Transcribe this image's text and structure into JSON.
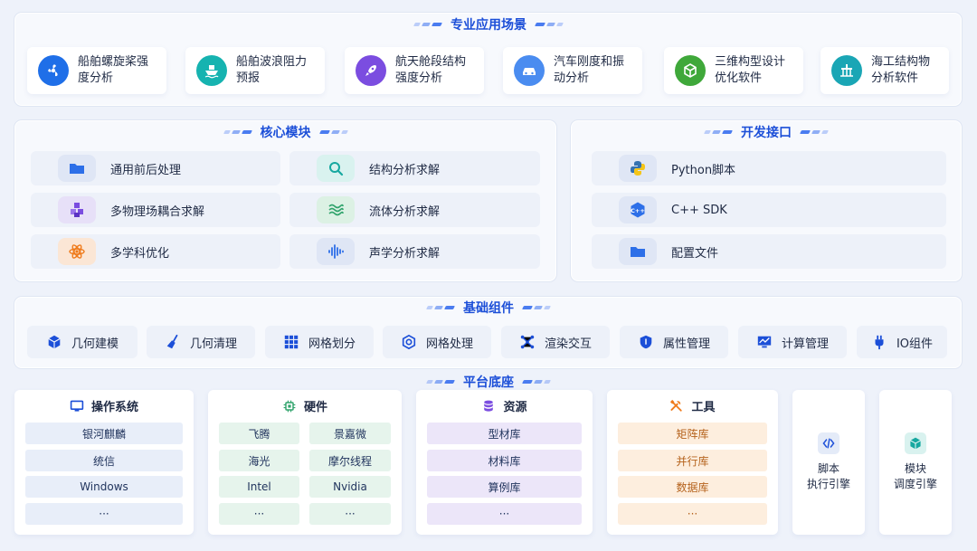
{
  "scenarios": {
    "title": "专业应用场景",
    "items": [
      {
        "label": "船舶螺旋桨强\n度分析",
        "icon": "propeller-icon",
        "color": "#1f6fe8"
      },
      {
        "label": "船舶波浪阻力\n预报",
        "icon": "ship-icon",
        "color": "#16b3b0"
      },
      {
        "label": "航天舱段结构\n强度分析",
        "icon": "rocket-icon",
        "color": "#7b4de0"
      },
      {
        "label": "汽车刚度和振\n动分析",
        "icon": "car-icon",
        "color": "#4a8cf0"
      },
      {
        "label": "三维构型设计\n优化软件",
        "icon": "cube-icon",
        "color": "#3fa83a"
      },
      {
        "label": "海工结构物\n分析软件",
        "icon": "offshore-platform-icon",
        "color": "#1aa6b5"
      }
    ]
  },
  "core": {
    "title": "核心模块",
    "items": [
      {
        "label": "通用前后处理",
        "icon": "folder-icon",
        "color": "#2d6fe8"
      },
      {
        "label": "结构分析求解",
        "icon": "magnifier-icon",
        "color": "#17a8a0"
      },
      {
        "label": "多物理场耦合求解",
        "icon": "cubes-icon",
        "color": "#7b4de0"
      },
      {
        "label": "流体分析求解",
        "icon": "waves-icon",
        "color": "#2fa36b"
      },
      {
        "label": "多学科优化",
        "icon": "atom-icon",
        "color": "#ef7a1a"
      },
      {
        "label": "声学分析求解",
        "icon": "sound-wave-icon",
        "color": "#2d6fe8"
      }
    ]
  },
  "api": {
    "title": "开发接口",
    "items": [
      {
        "label": "Python脚本",
        "icon": "python-icon"
      },
      {
        "label": "C++ SDK",
        "icon": "cpp-icon"
      },
      {
        "label": "配置文件",
        "icon": "folder-icon"
      }
    ]
  },
  "basic": {
    "title": "基础组件",
    "items": [
      {
        "label": "几何建模",
        "icon": "geometry-cube-icon"
      },
      {
        "label": "几何清理",
        "icon": "broom-icon"
      },
      {
        "label": "网格划分",
        "icon": "grid-icon"
      },
      {
        "label": "网格处理",
        "icon": "mesh-hex-icon"
      },
      {
        "label": "渲染交互",
        "icon": "network-icon"
      },
      {
        "label": "属性管理",
        "icon": "shield-icon"
      },
      {
        "label": "计算管理",
        "icon": "monitor-chart-icon"
      },
      {
        "label": "IO组件",
        "icon": "plug-icon"
      }
    ]
  },
  "platform": {
    "title": "平台底座",
    "os": {
      "title": "操作系统",
      "items": [
        "银河麒麟",
        "统信",
        "Windows",
        "···"
      ]
    },
    "hardware": {
      "title": "硬件",
      "items": [
        "飞腾",
        "景嘉微",
        "海光",
        "摩尔线程",
        "Intel",
        "Nvidia",
        "···",
        "···"
      ]
    },
    "resources": {
      "title": "资源",
      "items": [
        "型材库",
        "材料库",
        "算例库",
        "···"
      ]
    },
    "tools": {
      "title": "工具",
      "items": [
        "矩阵库",
        "并行库",
        "数据库",
        "···"
      ]
    },
    "script_engine": "脚本\n执行引擎",
    "module_engine": "模块\n调度引擎"
  },
  "colors": {
    "accent": "#1c4fd8",
    "orange": "#ef7a1a",
    "purple": "#7b4de0",
    "green": "#2fa36b"
  }
}
